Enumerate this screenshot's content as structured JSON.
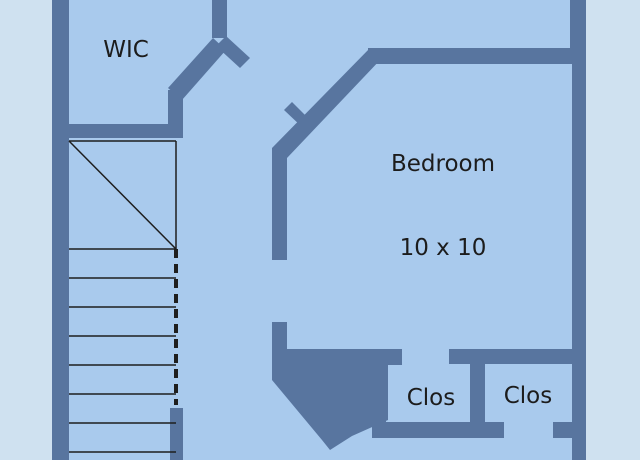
{
  "rooms": {
    "wic": {
      "label": "WIC"
    },
    "bedroom": {
      "label": "Bedroom",
      "dimensions": "10 x 10"
    },
    "closet_left": {
      "label": "Clos"
    },
    "closet_right": {
      "label": "Clos"
    }
  },
  "colors": {
    "background": "#cfe1f0",
    "floor": "#a9caed",
    "wall": "#58759f",
    "stair_line": "#1e1e1e"
  }
}
